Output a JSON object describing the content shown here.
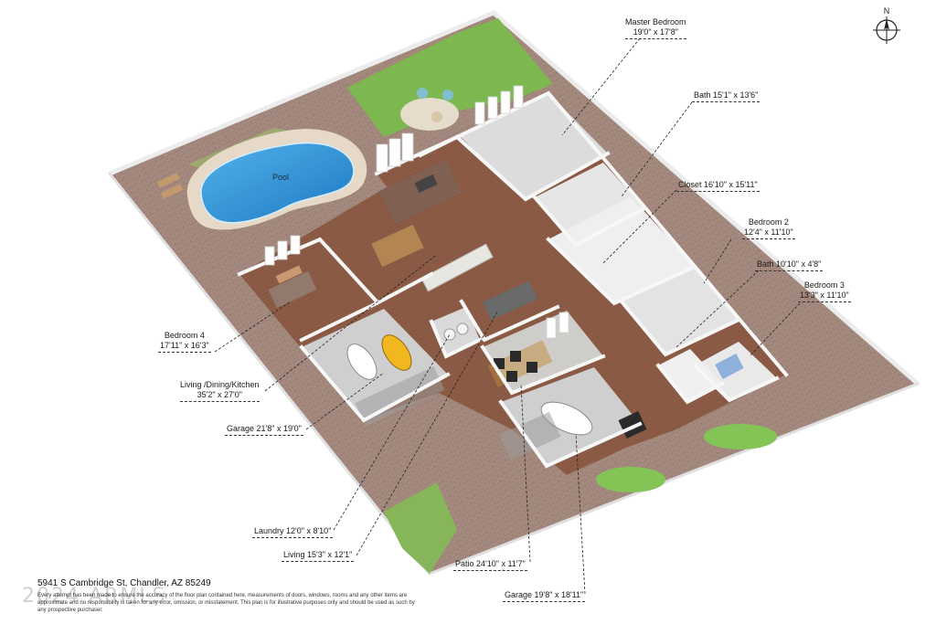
{
  "address": "5941 S Cambridge St, Chandler, AZ 85249",
  "disclaimer": "Every attempt has been made to ensure the accuracy of the floor plan contained here, measurements of doors, windows, rooms and any other items are approximate and no responsibility is taken for any error, omission, or misstatement. This plan is for illustrative purposes only and should be used as such by any prospective purchaser.",
  "watermark": "2024 ARMLS",
  "compass_label": "N",
  "pool_label": "Pool",
  "rooms": {
    "master_bedroom": {
      "name": "Master Bedroom",
      "dim": "19'0\" x 17'8\""
    },
    "bath_master": {
      "name": "Bath 15'1\" x 13'6\""
    },
    "closet": {
      "name": "Closet 16'10\" x 15'11\""
    },
    "bedroom2": {
      "name": "Bedroom 2",
      "dim": "12'4\" x 11'10\""
    },
    "bath2": {
      "name": "Bath 10'10\" x 4'8\""
    },
    "bedroom3": {
      "name": "Bedroom 3",
      "dim": "13'3\" x 11'10\""
    },
    "bedroom4": {
      "name": "Bedroom 4",
      "dim": "17'11\" x 16'3\""
    },
    "living_dining_kitchen": {
      "name": "Living /Dining/Kitchen",
      "dim": "35'2\" x 27'0\""
    },
    "garage1": {
      "name": "Garage 21'8\" x 19'0\""
    },
    "laundry": {
      "name": "Laundry 12'0\" x 8'10\""
    },
    "living": {
      "name": "Living 15'3\" x 12'1\""
    },
    "patio": {
      "name": "Patio 24'10\" x 11'7\""
    },
    "garage2": {
      "name": "Garage 19'8\" x 18'11\""
    }
  },
  "colors": {
    "pavers": "#a48a7e",
    "wall": "#e9e9e9",
    "floor_wood": "#8a5a45",
    "floor_tile": "#cfcfcf",
    "pool": "#2a8fd4",
    "grass": "#7bb850"
  }
}
